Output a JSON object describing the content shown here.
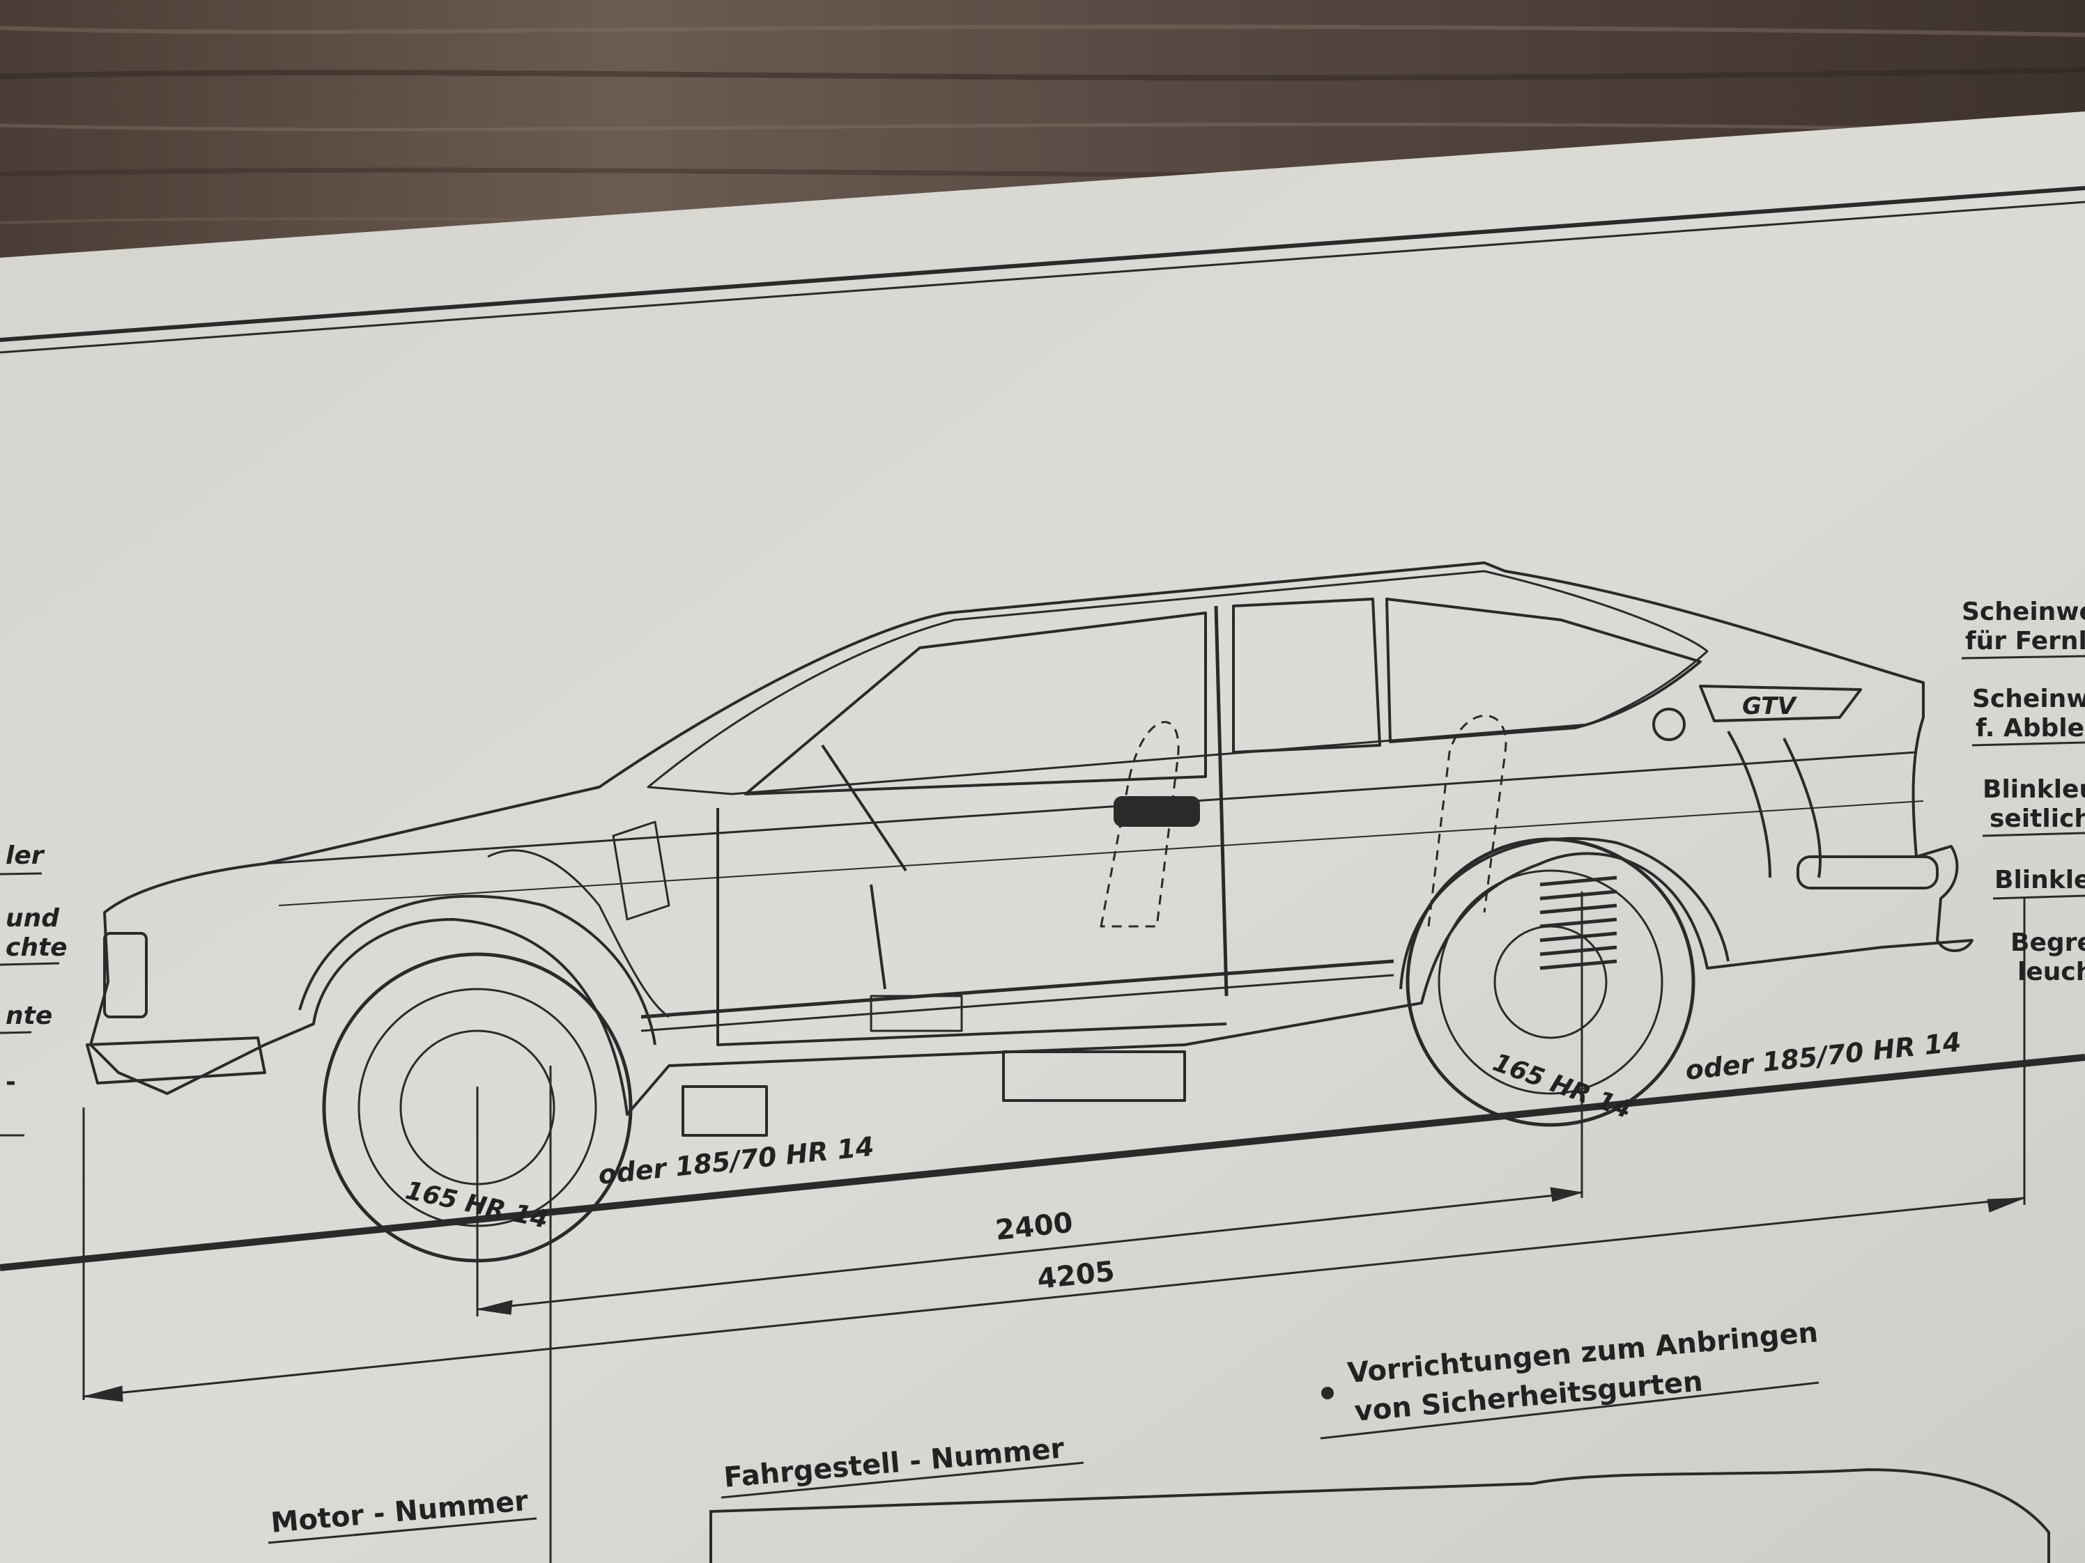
{
  "colors": {
    "wood_dark": "#3b2f28",
    "wood_light": "#6e5f55",
    "paper": "#d9d7d2",
    "ink": "#2a2a2a"
  },
  "right_labels": [
    {
      "line1": "Scheinwe",
      "line2": "für Fernl"
    },
    {
      "line1": "Scheinwe",
      "line2": "f. Abblen"
    },
    {
      "line1": "Blinkleu",
      "line2": "seitlich"
    },
    {
      "line1": "Blinkleu",
      "line2": ""
    },
    {
      "line1": "Begre",
      "line2": "leucht"
    }
  ],
  "left_labels": [
    "ler",
    "und",
    "chte",
    "nte",
    "-"
  ],
  "badge": "GTV",
  "tire_front": "165 HR 14",
  "tire_rear": "165 HR 14",
  "tire_alt_front": "oder  185/70 HR 14",
  "tire_alt_rear": "oder  185/70 HR 14",
  "wheelbase": "2400",
  "overall_length": "4205",
  "seatbelt_note_line1": "Vorrichtungen  zum  Anbringen",
  "seatbelt_note_line2": "von   Sicherheitsgurten",
  "chassis_number_label": "Fahrgestell  -  Nummer",
  "engine_number_label": "Motor  -  Nummer"
}
